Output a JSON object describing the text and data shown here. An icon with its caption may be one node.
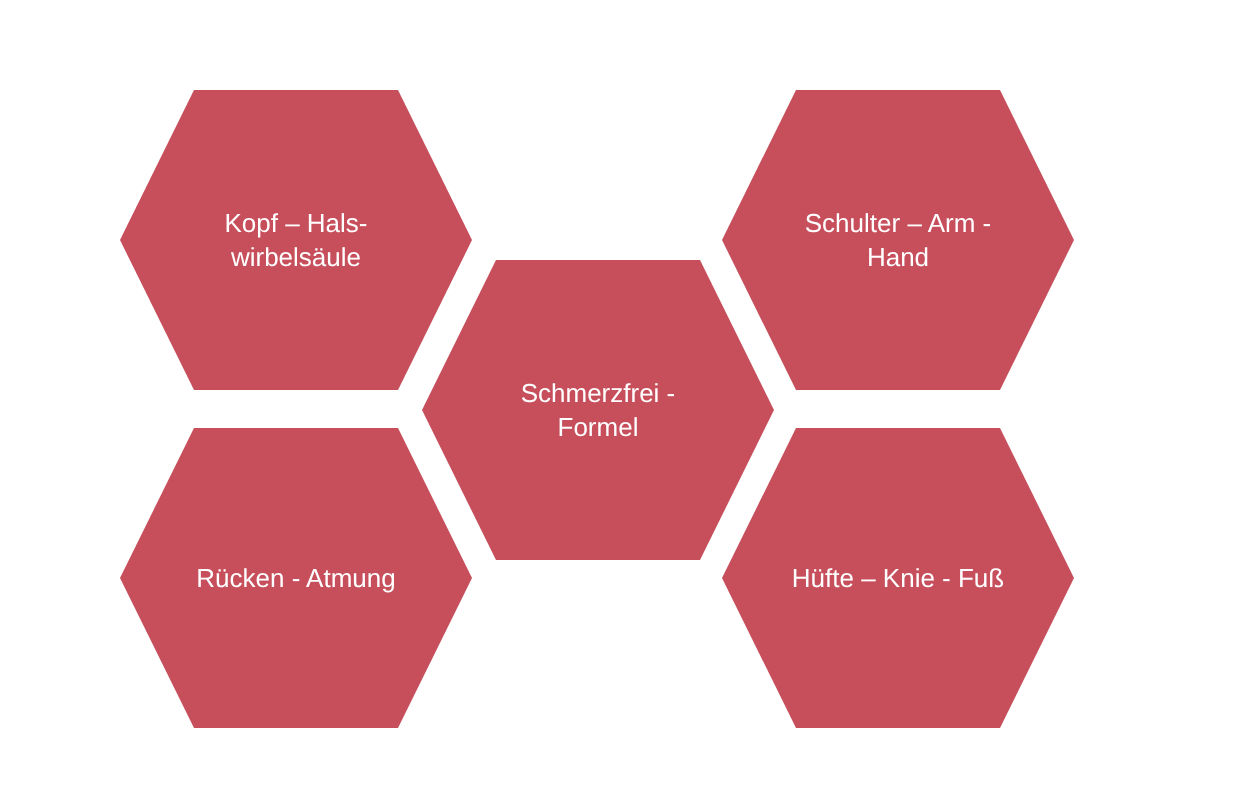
{
  "diagram": {
    "nodes": [
      {
        "text": [
          "Kopf – Hals- wirbelsäule"
        ]
      },
      {
        "text": [
          "Schulter – Arm - Hand"
        ]
      },
      {
        "text": [
          "Schmerzfrei - Formel"
        ]
      },
      {
        "text": [
          "Rücken - Atmung"
        ]
      },
      {
        "text": [
          "Hüfte – Knie - Fuß"
        ]
      }
    ]
  }
}
